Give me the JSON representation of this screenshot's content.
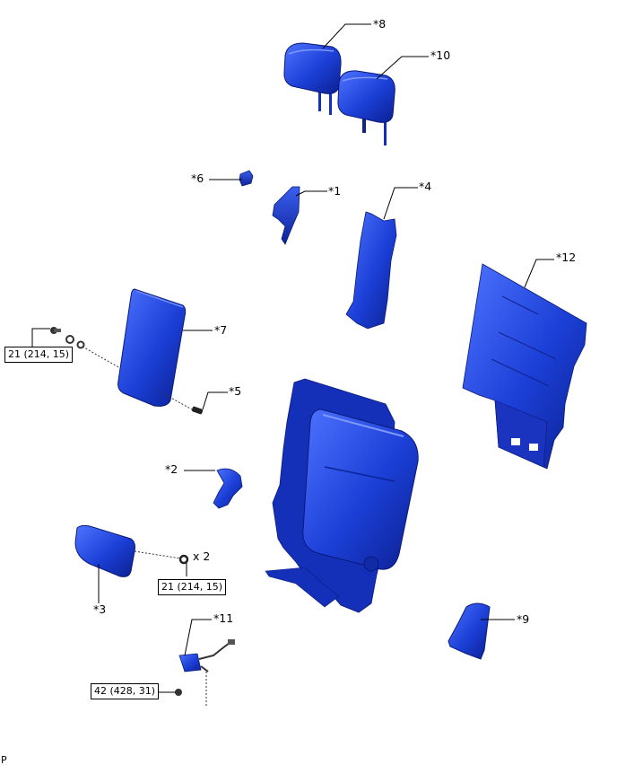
{
  "colors": {
    "part_fill": "#1b3fd6",
    "part_dark": "#0b1f8f",
    "part_light": "#5a7cff",
    "line": "#000000"
  },
  "callouts": {
    "c1": "*1",
    "c2": "*2",
    "c3": "*3",
    "c4": "*4",
    "c5": "*5",
    "c6": "*6",
    "c7": "*7",
    "c8": "*8",
    "c9": "*9",
    "c10": "*10",
    "c11": "*11",
    "c12": "*12"
  },
  "torques": {
    "t1": "21 (214, 15)",
    "t2": "21 (214, 15)",
    "t3": "42 (428, 31)"
  },
  "quantity": "x 2",
  "footer_code": "P"
}
